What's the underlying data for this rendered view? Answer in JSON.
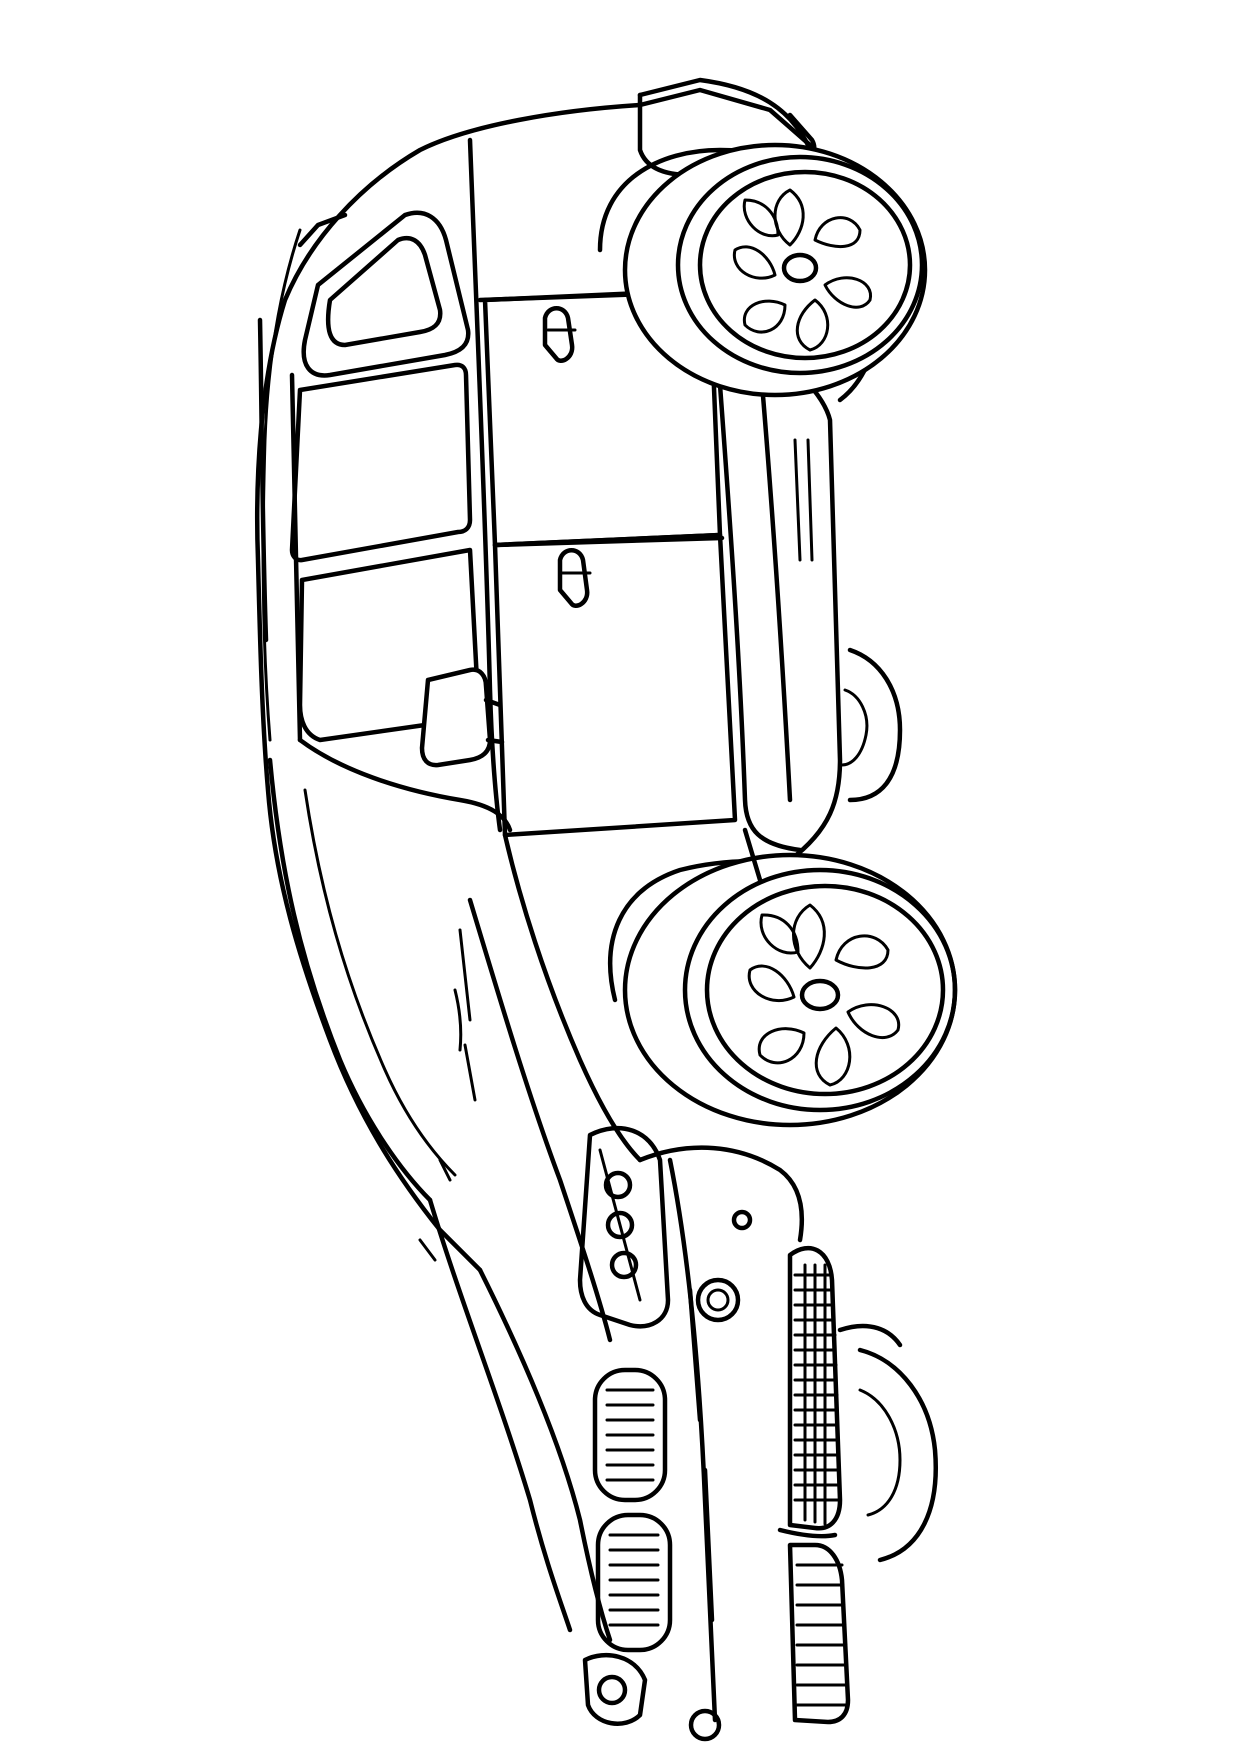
{
  "artwork": {
    "subject": "car-line-drawing",
    "orientation": "rotated-90-degrees",
    "style": "coloring-page-outline",
    "stroke_color": "#000000",
    "background_color": "#ffffff"
  },
  "watermark": {
    "text": ""
  }
}
